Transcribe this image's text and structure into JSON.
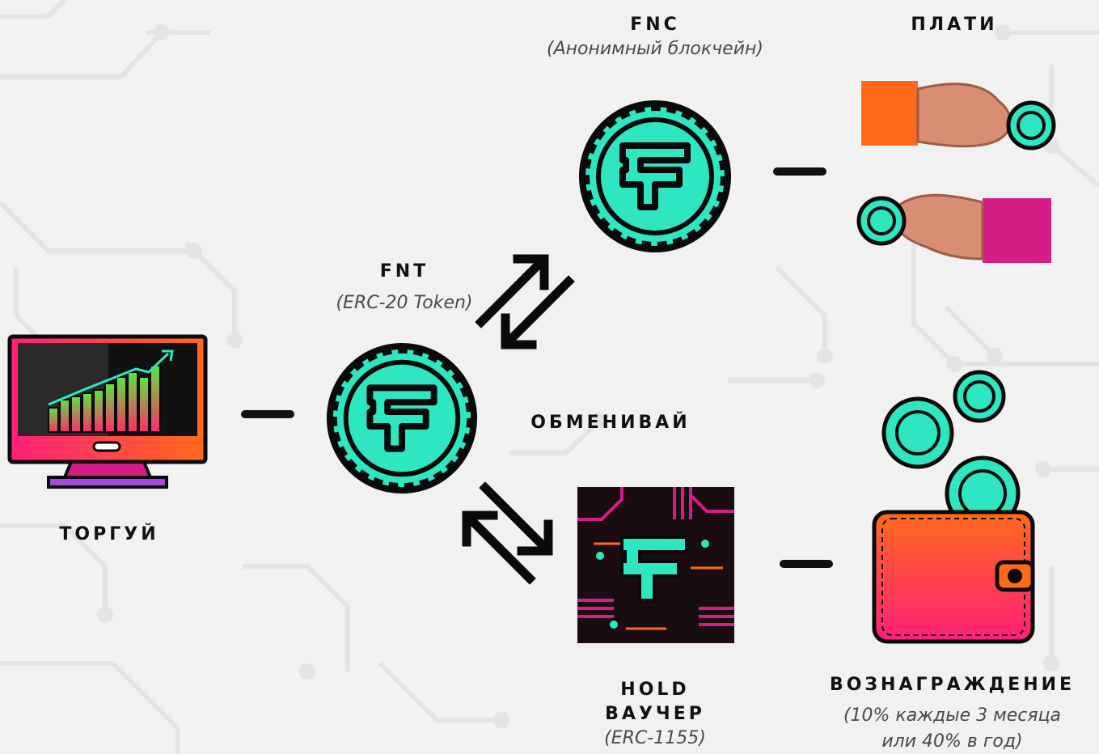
{
  "fnc": {
    "title": "FNC",
    "subtitle": "(Анонимный блокчейн)"
  },
  "pay": {
    "title": "ПЛАТИ"
  },
  "fnt": {
    "title": "FNT",
    "subtitle": "(ERC-20 Token)"
  },
  "exchange": {
    "title": "ОБМЕНИВАЙ"
  },
  "trade": {
    "title": "ТОРГУЙ"
  },
  "hold": {
    "title_line1": "HOLD",
    "title_line2": "ВАУЧЕР",
    "subtitle": "(ERC-1155)"
  },
  "reward": {
    "title": "ВОЗНАГРАЖДЕНИЕ",
    "subtitle_line1": "(10% каждые 3 месяца",
    "subtitle_line2": "или 40% в год)"
  },
  "colors": {
    "coin": "#2ee6c0",
    "coin_dark": "#0a0a0a",
    "accent_orange": "#ff6a1a",
    "accent_pink": "#ff1f7a",
    "accent_purple": "#a24bd8"
  }
}
